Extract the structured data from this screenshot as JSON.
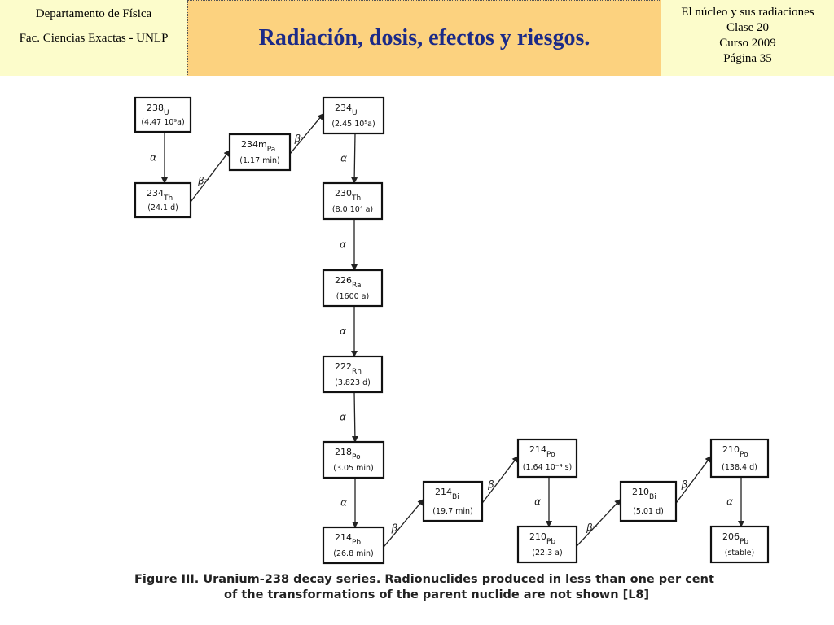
{
  "header": {
    "left": {
      "line1": "Departamento de Física",
      "line2": "Fac. Ciencias Exactas - UNLP"
    },
    "title": "Radiación, dosis, efectos y riesgos.",
    "right": {
      "line1": "El núcleo y sus radiaciones",
      "line2": "Clase 20",
      "line3": "Curso 2009",
      "line4": "Página 35"
    }
  },
  "nuclides": [
    {
      "id": "U238",
      "mass": "238",
      "symbol": "U",
      "halflife": "(4.47 10⁹a)"
    },
    {
      "id": "Th234",
      "mass": "234",
      "symbol": "Th",
      "halflife": "(24.1 d)"
    },
    {
      "id": "Pa234m",
      "mass": "234m",
      "symbol": "Pa",
      "halflife": "(1.17 min)"
    },
    {
      "id": "U234",
      "mass": "234",
      "symbol": "U",
      "halflife": "(2.45 10⁵a)"
    },
    {
      "id": "Th230",
      "mass": "230",
      "symbol": "Th",
      "halflife": "(8.0 10⁴ a)"
    },
    {
      "id": "Ra226",
      "mass": "226",
      "symbol": "Ra",
      "halflife": "(1600 a)"
    },
    {
      "id": "Rn222",
      "mass": "222",
      "symbol": "Rn",
      "halflife": "(3.823 d)"
    },
    {
      "id": "Po218",
      "mass": "218",
      "symbol": "Po",
      "halflife": "(3.05 min)"
    },
    {
      "id": "Pb214",
      "mass": "214",
      "symbol": "Pb",
      "halflife": "(26.8 min)"
    },
    {
      "id": "Bi214",
      "mass": "214",
      "symbol": "Bi",
      "halflife": "(19.7 min)"
    },
    {
      "id": "Po214",
      "mass": "214",
      "symbol": "Po",
      "halflife": "(1.64 10⁻⁴ s)"
    },
    {
      "id": "Pb210",
      "mass": "210",
      "symbol": "Pb",
      "halflife": "(22.3 a)"
    },
    {
      "id": "Bi210",
      "mass": "210",
      "symbol": "Bi",
      "halflife": "(5.01 d)"
    },
    {
      "id": "Po210",
      "mass": "210",
      "symbol": "Po",
      "halflife": "(138.4 d)"
    },
    {
      "id": "Pb206",
      "mass": "206",
      "symbol": "Pb",
      "halflife": "(stable)"
    }
  ],
  "transitions": [
    {
      "from": "U238",
      "to": "Th234",
      "mode": "α"
    },
    {
      "from": "Th234",
      "to": "Pa234m",
      "mode": "β⁻"
    },
    {
      "from": "Pa234m",
      "to": "U234",
      "mode": "β⁻"
    },
    {
      "from": "U234",
      "to": "Th230",
      "mode": "α"
    },
    {
      "from": "Th230",
      "to": "Ra226",
      "mode": "α"
    },
    {
      "from": "Ra226",
      "to": "Rn222",
      "mode": "α"
    },
    {
      "from": "Rn222",
      "to": "Po218",
      "mode": "α"
    },
    {
      "from": "Po218",
      "to": "Pb214",
      "mode": "α"
    },
    {
      "from": "Pb214",
      "to": "Bi214",
      "mode": "β⁻"
    },
    {
      "from": "Bi214",
      "to": "Po214",
      "mode": "β⁻"
    },
    {
      "from": "Po214",
      "to": "Pb210",
      "mode": "α"
    },
    {
      "from": "Pb210",
      "to": "Bi210",
      "mode": "β⁻"
    },
    {
      "from": "Bi210",
      "to": "Po210",
      "mode": "β⁻"
    },
    {
      "from": "Po210",
      "to": "Pb206",
      "mode": "α"
    }
  ],
  "caption": {
    "line1": "Figure III.  Uranium-238 decay series. Radionuclides produced in less than one per cent",
    "line2": "of the transformations of the parent nuclide are not shown [L8]"
  }
}
